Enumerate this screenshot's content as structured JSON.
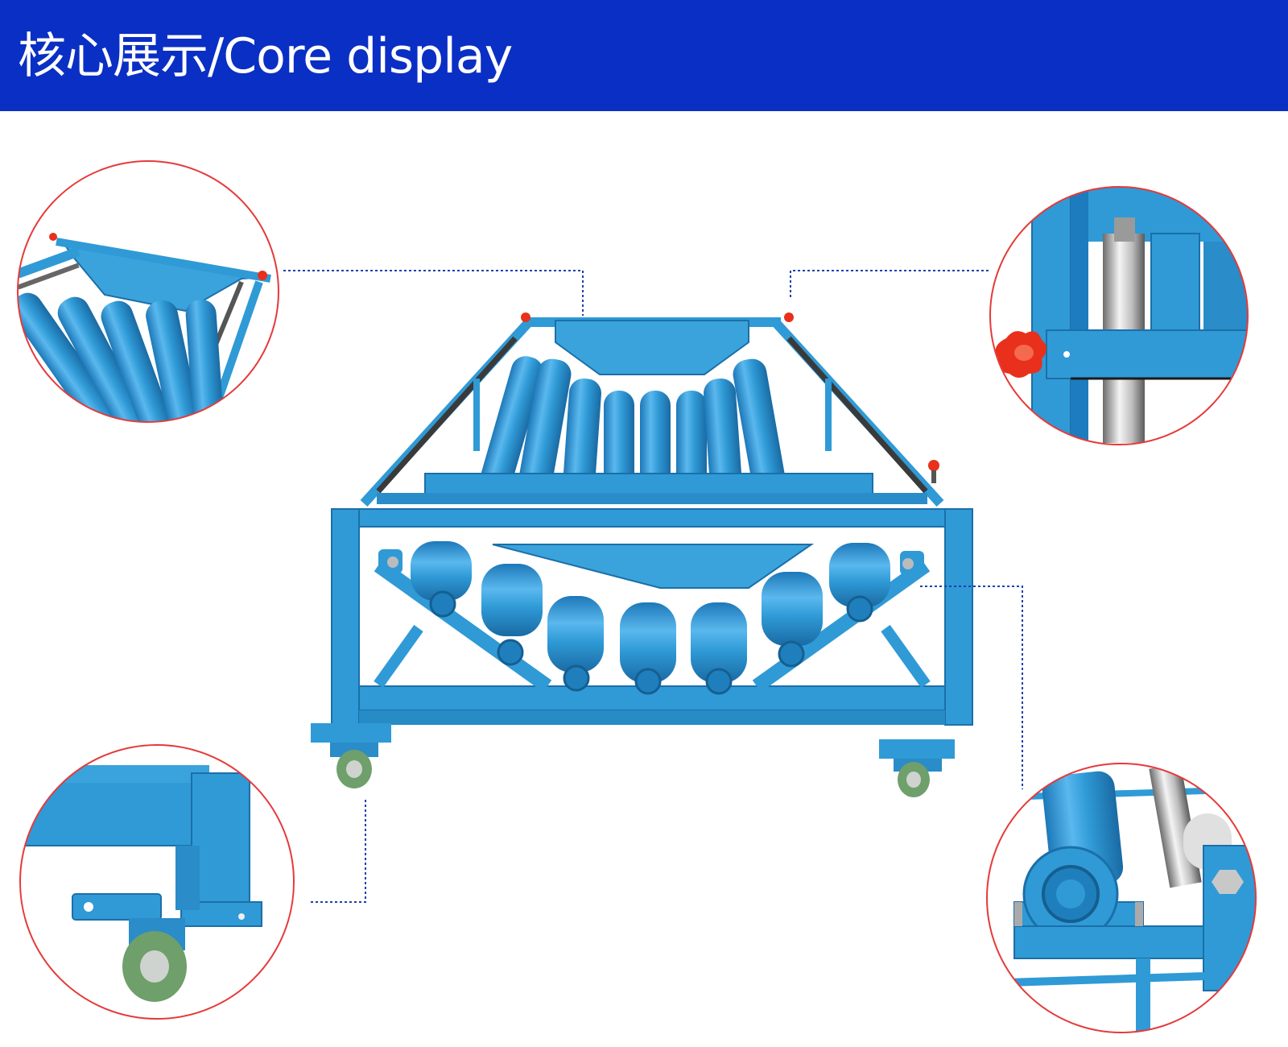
{
  "header": {
    "title": "核心展示/Core display",
    "background": "#0a2fc4"
  },
  "product": {
    "main_color": "#2f9ad6",
    "dark_color": "#1c6fa8",
    "knob_color": "#e8301c",
    "leader_color": "#1f3fb0",
    "circle_border_color": "#e53a3a"
  },
  "details": [
    {
      "name": "detail-roller-bed-top",
      "icon": "roller-bed-icon"
    },
    {
      "name": "detail-adjust-knob",
      "icon": "knob-icon"
    },
    {
      "name": "detail-caster-wheel",
      "icon": "caster-wheel-icon"
    },
    {
      "name": "detail-bearing-block",
      "icon": "bearing-icon"
    }
  ]
}
